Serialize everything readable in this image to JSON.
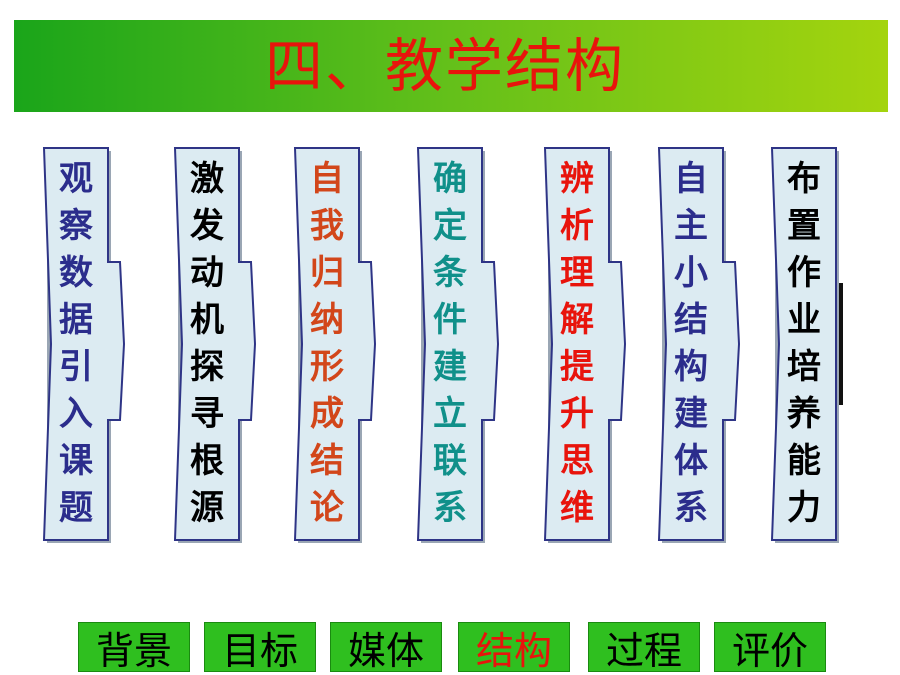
{
  "title": "四、教学结构",
  "steps": [
    {
      "text": "观察数据引入课题",
      "color": "#2b2d8c"
    },
    {
      "text": "激发动机探寻根源",
      "color": "#000000"
    },
    {
      "text": "自我归纳形成结论",
      "color": "#d2461a"
    },
    {
      "text": "确定条件建立联系",
      "color": "#10908a"
    },
    {
      "text": "辨析理解提升思维",
      "color": "#e8140c"
    },
    {
      "text": "自主小结构建体系",
      "color": "#2b2d8c"
    },
    {
      "text": "布置作业培养能力",
      "color": "#000000"
    }
  ],
  "nav": [
    {
      "label": "背景",
      "active": false
    },
    {
      "label": "目标",
      "active": false
    },
    {
      "label": "媒体",
      "active": false
    },
    {
      "label": "结构",
      "active": true
    },
    {
      "label": "过程",
      "active": false
    },
    {
      "label": "评价",
      "active": false
    }
  ],
  "colors": {
    "arrow_fill": "#dcebf2",
    "arrow_stroke": "#2e3486",
    "banner_start": "#1aa51a",
    "banner_end": "#a4d40e",
    "nav_bg": "#2fbf1f",
    "nav_active_text": "#e8140c"
  }
}
